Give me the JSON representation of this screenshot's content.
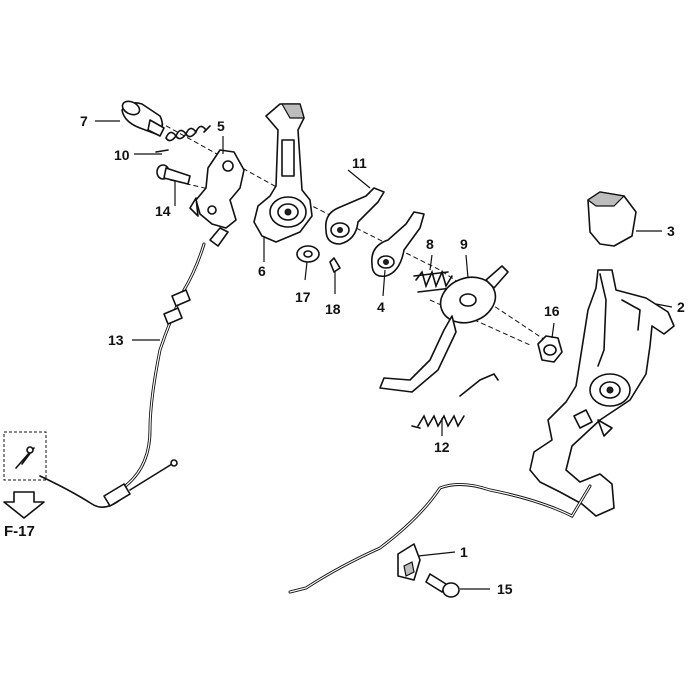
{
  "callouts": {
    "c1": "1",
    "c2": "2",
    "c3": "3",
    "c4": "4",
    "c5": "5",
    "c6": "6",
    "c7": "7",
    "c8": "8",
    "c9": "9",
    "c10": "10",
    "c11": "11",
    "c12": "12",
    "c13": "13",
    "c14": "14",
    "c15": "15",
    "c16": "16",
    "c17": "17",
    "c18": "18"
  },
  "reference": {
    "label": "F-17"
  }
}
